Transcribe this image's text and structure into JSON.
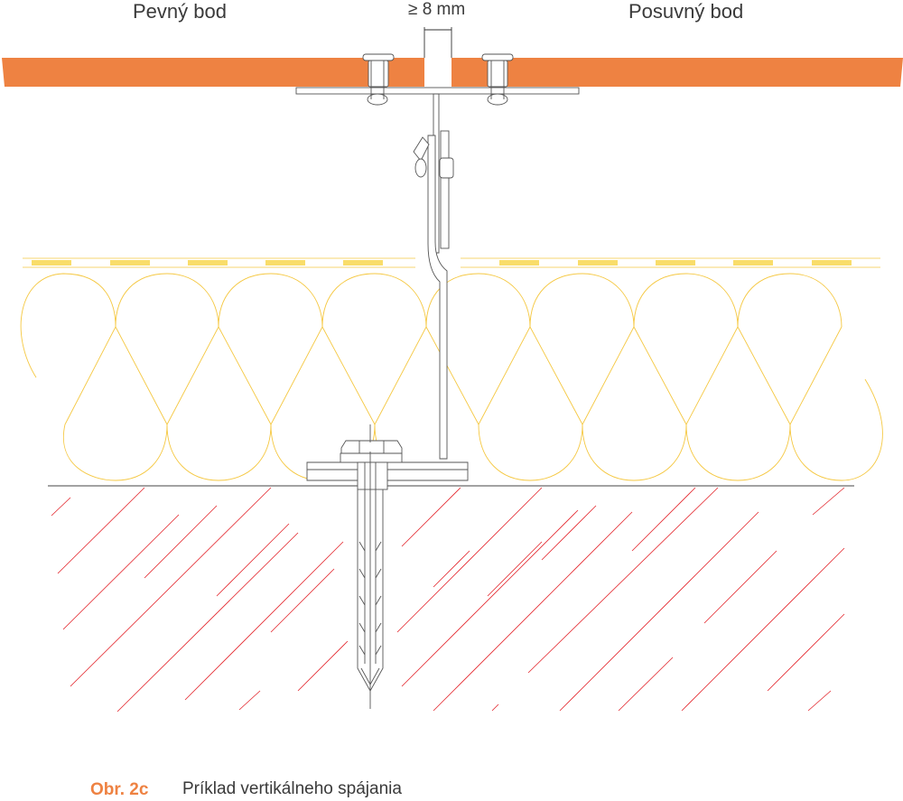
{
  "labels": {
    "fixed_point": "Pevný bod",
    "sliding_point": "Posuvný bod",
    "gap": "≥ 8 mm"
  },
  "caption": {
    "figure_number": "Obr. 2c",
    "text": "Príklad vertikálneho spájania"
  },
  "colors": {
    "cladding": "#ee8242",
    "insulation": "#f5c842",
    "membrane": "#f9dd6a",
    "hatch": "#e3242b",
    "metal": "#555555",
    "text": "#3a3a3a",
    "figure_number": "#ee8242"
  }
}
